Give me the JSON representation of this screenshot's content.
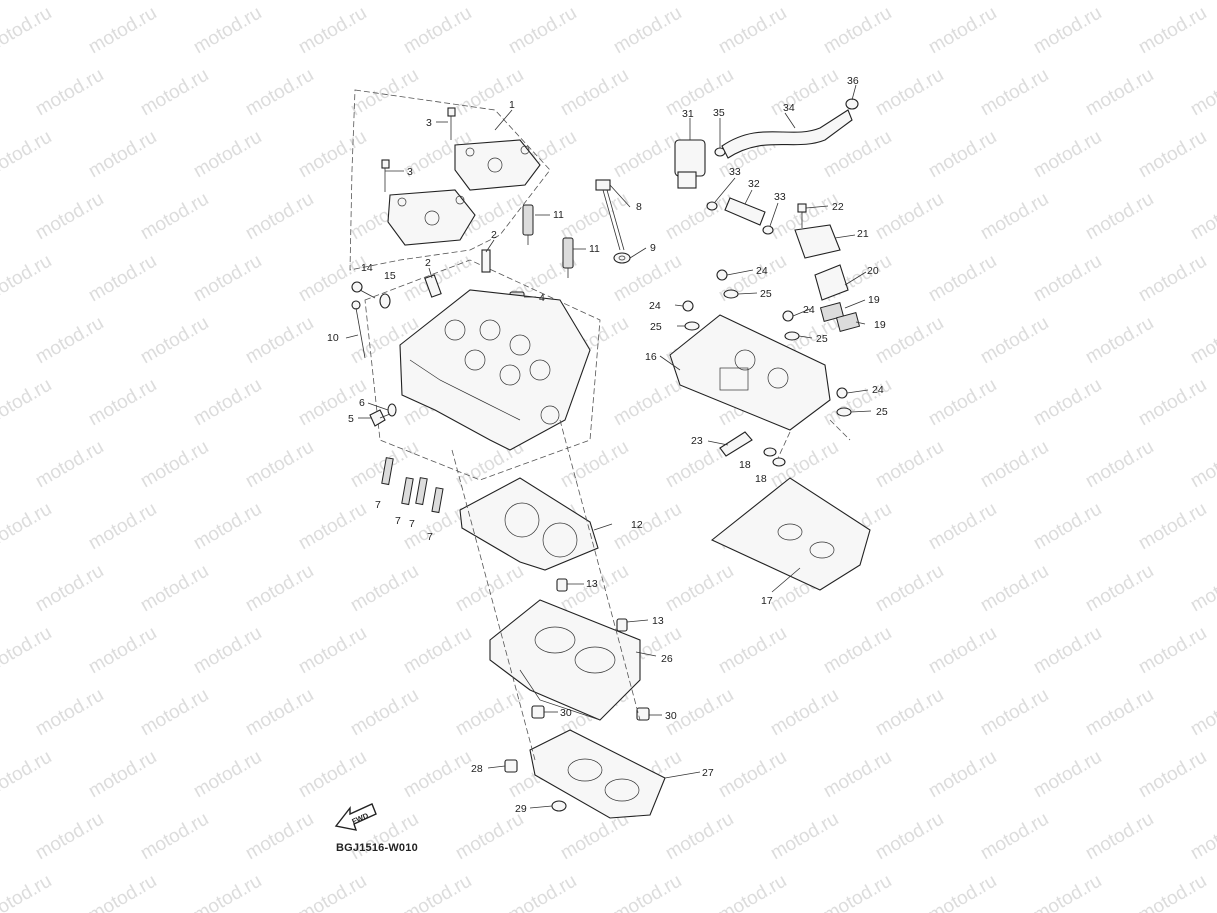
{
  "watermark": {
    "text": "motod.ru"
  },
  "fwd_label": "FWD",
  "diagram_code": "BGJ1516-W010",
  "callouts": [
    "1",
    "2",
    "3",
    "4",
    "5",
    "6",
    "7",
    "8",
    "9",
    "10",
    "11",
    "12",
    "13",
    "14",
    "15",
    "16",
    "17",
    "18",
    "19",
    "20",
    "21",
    "22",
    "23",
    "24",
    "25",
    "26",
    "27",
    "28",
    "29",
    "30",
    "31",
    "32",
    "33",
    "34",
    "35",
    "36"
  ]
}
